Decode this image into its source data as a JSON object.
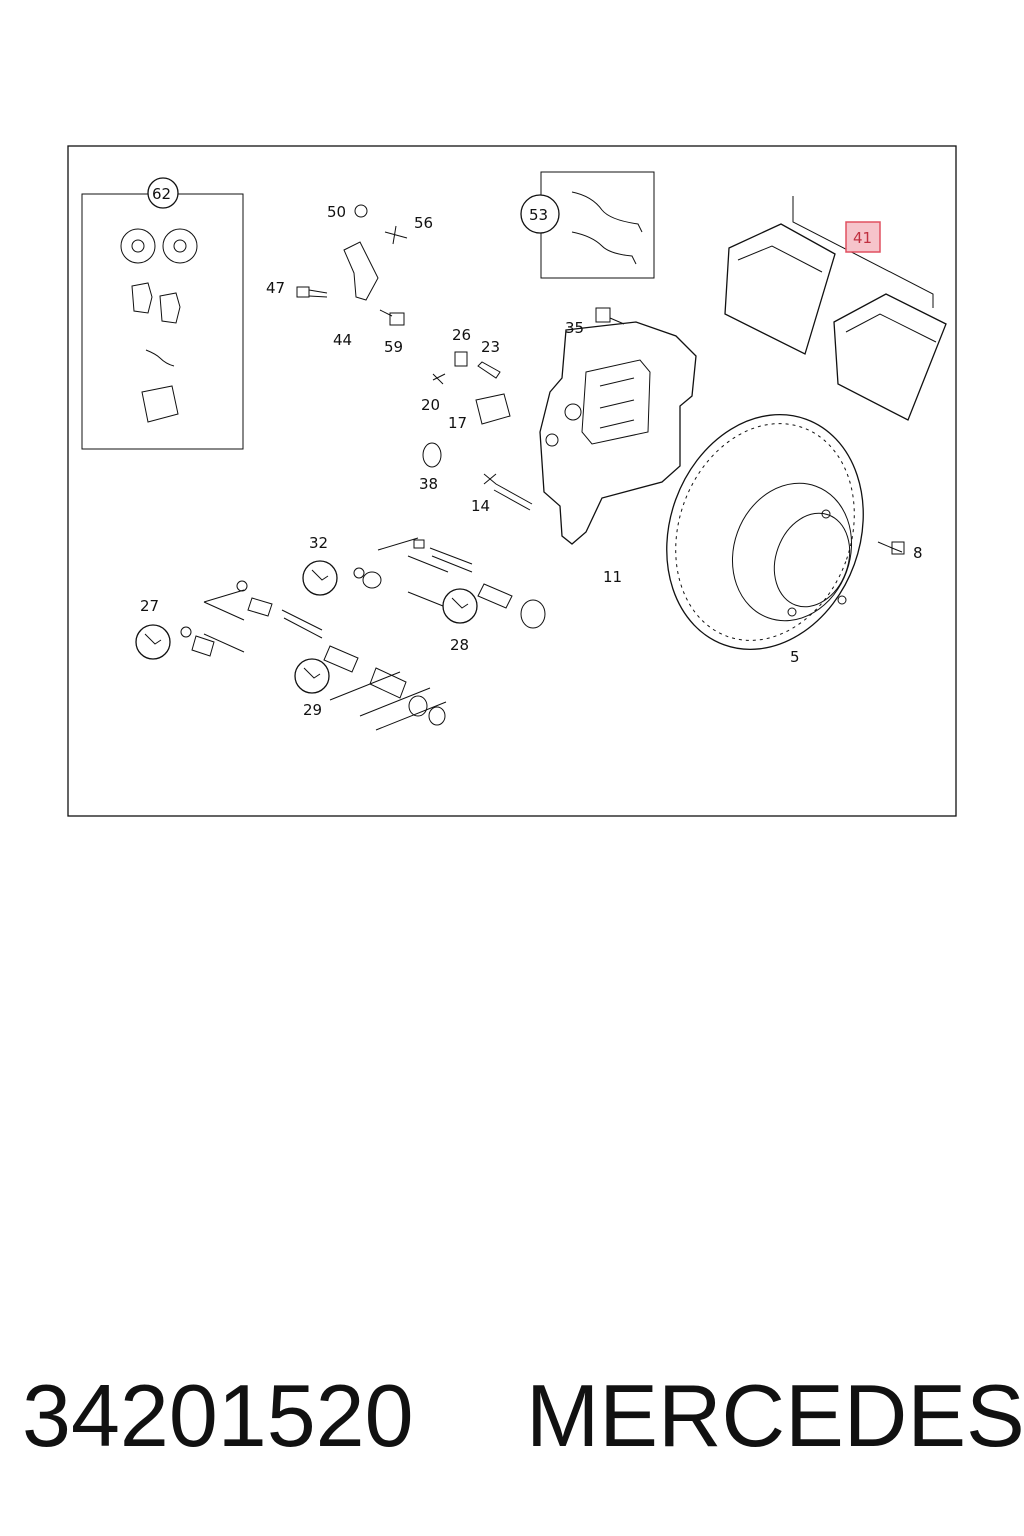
{
  "diagram": {
    "callouts": [
      "62",
      "50",
      "56",
      "53",
      "41",
      "47",
      "44",
      "59",
      "26",
      "23",
      "35",
      "20",
      "17",
      "38",
      "14",
      "11",
      "8",
      "5",
      "32",
      "27",
      "28",
      "29"
    ],
    "highlighted_callout": "41",
    "highlight_color": "#e05060"
  },
  "caption": {
    "part_number": "34201520",
    "brand": "MERCEDES"
  }
}
